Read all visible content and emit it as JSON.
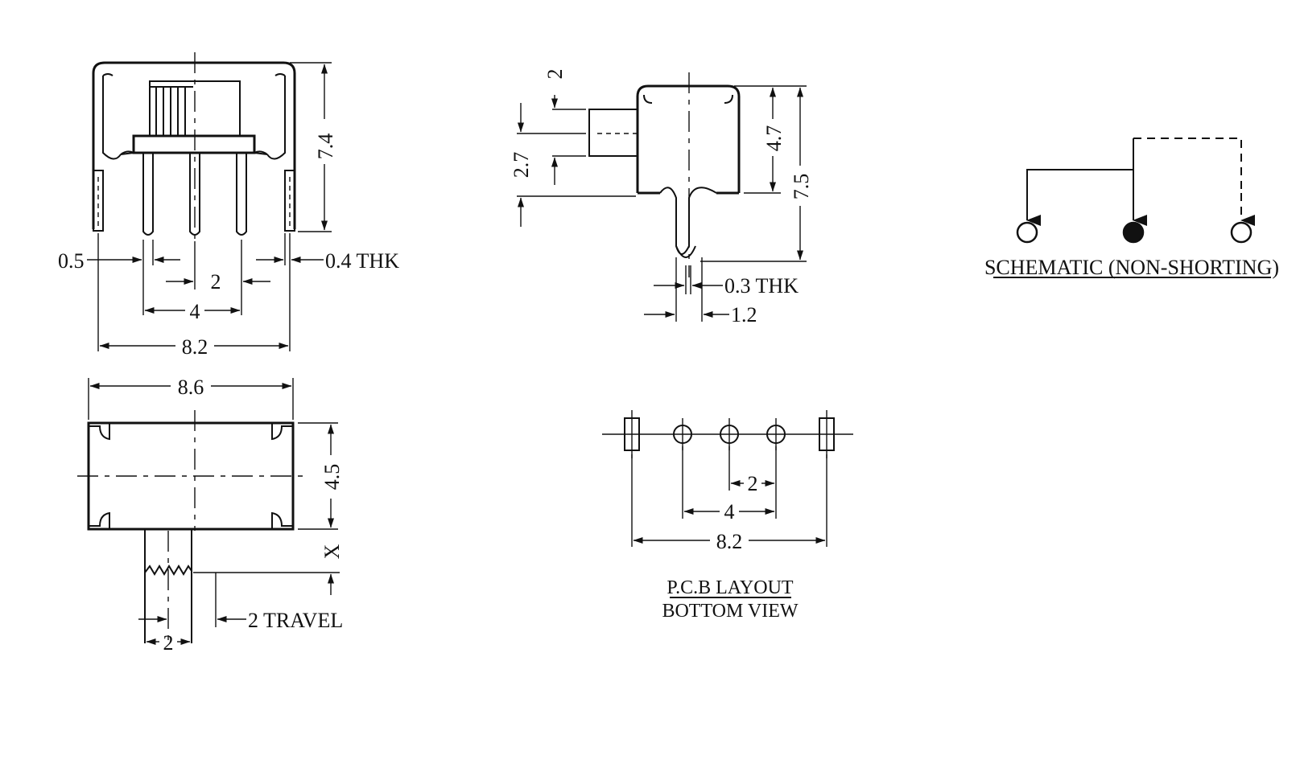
{
  "front_view": {
    "dims": {
      "height": "7.4",
      "pin_width": "0.5",
      "terminal_thickness": "0.4  THK",
      "pitch": "2",
      "outer_pitch": "4",
      "overall_width": "8.2"
    }
  },
  "side_view": {
    "dims": {
      "actuator_height": "2",
      "actuator_offset": "2.7",
      "body_height": "4.7",
      "overall_height": "7.5",
      "pin_thickness": "0.3  THK",
      "pin_width": "1.2"
    }
  },
  "top_view": {
    "dims": {
      "width": "8.6",
      "depth": "4.5",
      "actuator_length": "X",
      "travel": "2  TRAVEL",
      "actuator_width": "2"
    }
  },
  "pcb_layout": {
    "dims": {
      "pitch": "2",
      "outer_pitch": "4",
      "overall_width": "8.2"
    },
    "caption_line1": "P.C.B  LAYOUT",
    "caption_line2": "BOTTOM  VIEW"
  },
  "schematic": {
    "caption": "SCHEMATIC  (NON-SHORTING)"
  }
}
